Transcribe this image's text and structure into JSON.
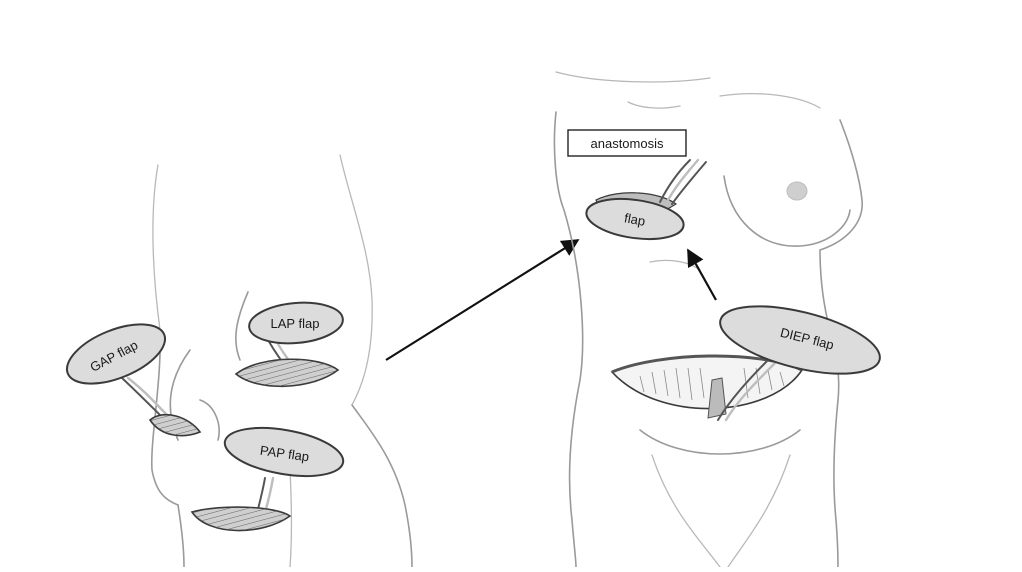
{
  "labels": {
    "gap_flap": "GAP flap",
    "lap_flap": "LAP flap",
    "pap_flap": "PAP flap",
    "diep_flap": "DIEP flap",
    "flap": "flap",
    "anastomosis": "anastomosis"
  },
  "colors": {
    "flap_fill": "#dcdcdc",
    "outline": "#9a9a9a",
    "arrow": "#111111"
  }
}
